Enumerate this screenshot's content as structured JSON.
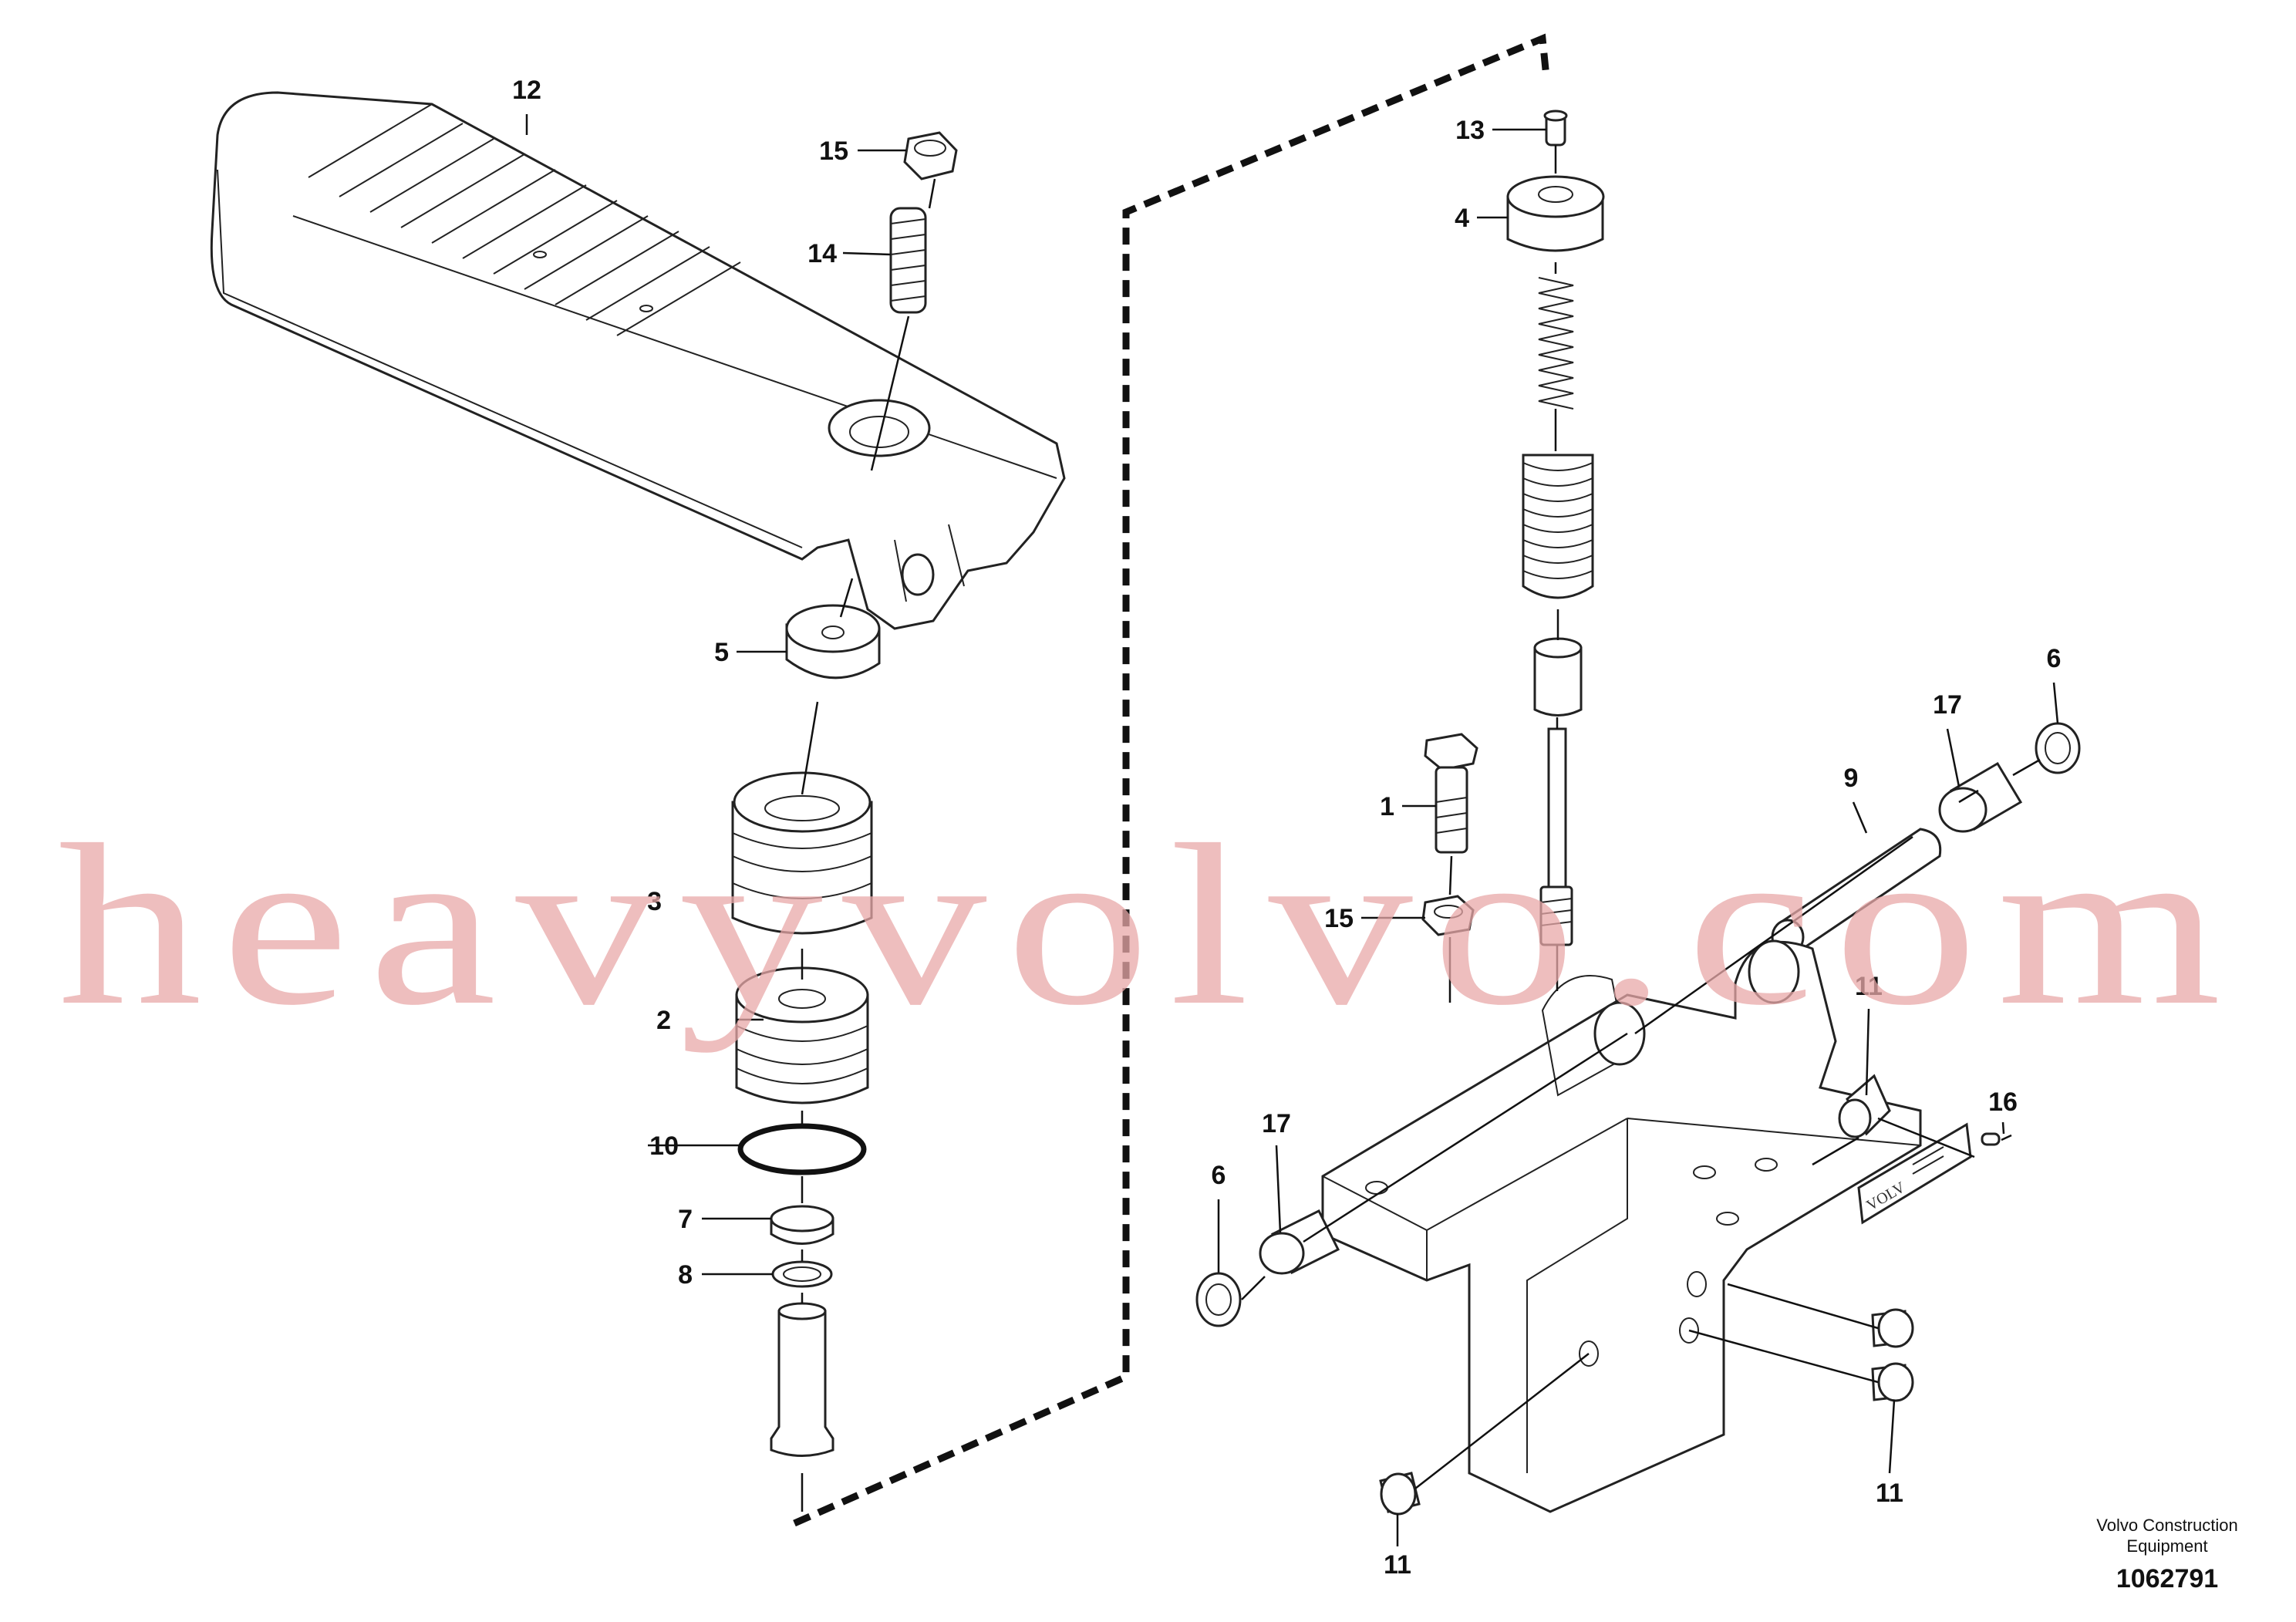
{
  "watermark": "heavyvolvo.com",
  "brand": {
    "line1": "Volvo Construction",
    "line2": "Equipment",
    "doc_number": "1062791"
  },
  "nameplate_text": "VOLV",
  "callouts": [
    {
      "id": "c12",
      "label": "12"
    },
    {
      "id": "c15a",
      "label": "15"
    },
    {
      "id": "c14",
      "label": "14"
    },
    {
      "id": "c5",
      "label": "5"
    },
    {
      "id": "c3",
      "label": "3"
    },
    {
      "id": "c2",
      "label": "2"
    },
    {
      "id": "c10",
      "label": "10"
    },
    {
      "id": "c7",
      "label": "7"
    },
    {
      "id": "c8",
      "label": "8"
    },
    {
      "id": "c13",
      "label": "13"
    },
    {
      "id": "c4",
      "label": "4"
    },
    {
      "id": "c1",
      "label": "1"
    },
    {
      "id": "c15b",
      "label": "15"
    },
    {
      "id": "c6a",
      "label": "6"
    },
    {
      "id": "c17a",
      "label": "17"
    },
    {
      "id": "c9",
      "label": "9"
    },
    {
      "id": "c11a",
      "label": "11"
    },
    {
      "id": "c16",
      "label": "16"
    },
    {
      "id": "c17b",
      "label": "17"
    },
    {
      "id": "c6b",
      "label": "6"
    },
    {
      "id": "c11b",
      "label": "11"
    },
    {
      "id": "c11c",
      "label": "11"
    }
  ]
}
